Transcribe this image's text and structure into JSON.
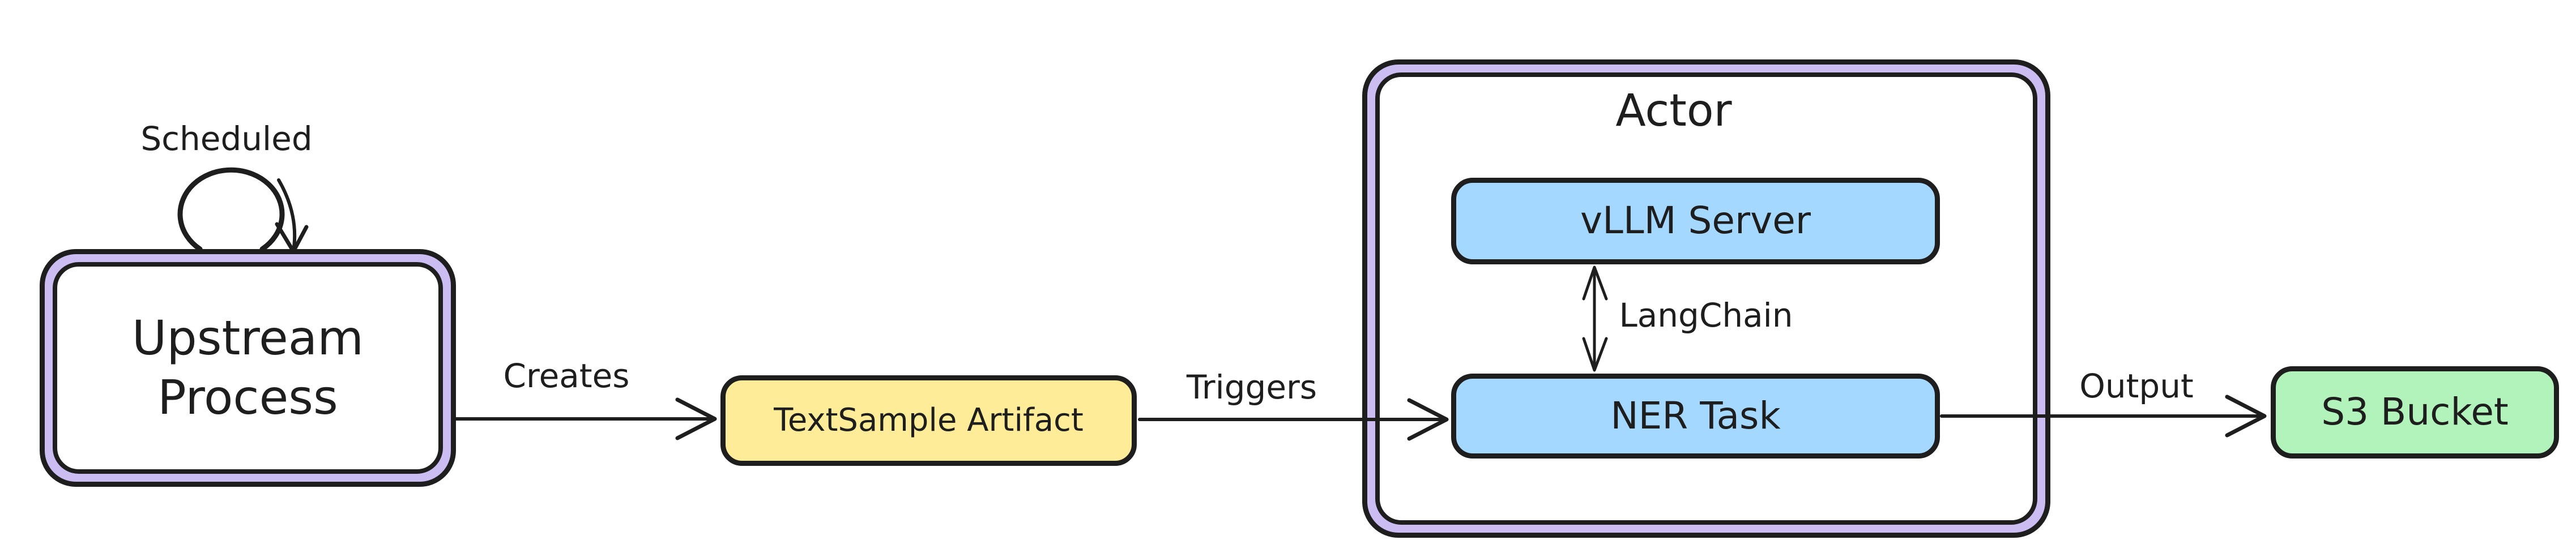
{
  "canvas": {
    "background": "#ffffff",
    "stroke": "#1e1e1e"
  },
  "nodes": {
    "upstream_process": {
      "label": "Upstream Process",
      "ring": "#cbbcf2",
      "fill": "#ffffff"
    },
    "textsample_artifact": {
      "label": "TextSample Artifact",
      "fill": "#ffec99"
    },
    "actor": {
      "title": "Actor",
      "ring": "#cbbcf2",
      "fill": "#ffffff"
    },
    "vllm_server": {
      "label": "vLLM Server",
      "fill": "#a5d8ff"
    },
    "ner_task": {
      "label": "NER Task",
      "fill": "#a5d8ff"
    },
    "s3_bucket": {
      "label": "S3 Bucket",
      "fill": "#b2f2bb"
    }
  },
  "edges": {
    "scheduled": {
      "label": "Scheduled"
    },
    "creates": {
      "label": "Creates"
    },
    "triggers": {
      "label": "Triggers"
    },
    "langchain": {
      "label": "LangChain"
    },
    "output": {
      "label": "Output"
    }
  }
}
